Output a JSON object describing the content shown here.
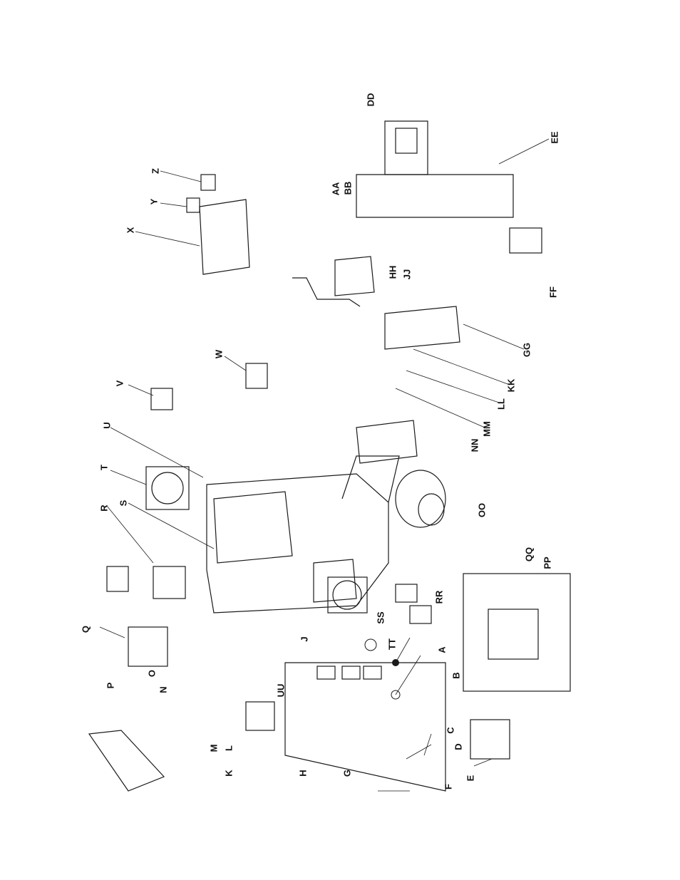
{
  "figure": {
    "callouts": [
      {
        "id": "A",
        "text": "A"
      },
      {
        "id": "B",
        "text": "B"
      },
      {
        "id": "C",
        "text": "C"
      },
      {
        "id": "D",
        "text": "D"
      },
      {
        "id": "E",
        "text": "E"
      },
      {
        "id": "F",
        "text": "F"
      },
      {
        "id": "G",
        "text": "G"
      },
      {
        "id": "H",
        "text": "H"
      },
      {
        "id": "J",
        "text": "J"
      },
      {
        "id": "K",
        "text": "K"
      },
      {
        "id": "L",
        "text": "L"
      },
      {
        "id": "M",
        "text": "M"
      },
      {
        "id": "N",
        "text": "N"
      },
      {
        "id": "O",
        "text": "O"
      },
      {
        "id": "P",
        "text": "P"
      },
      {
        "id": "Q",
        "text": "Q"
      },
      {
        "id": "R",
        "text": "R"
      },
      {
        "id": "S",
        "text": "S"
      },
      {
        "id": "T",
        "text": "T"
      },
      {
        "id": "U",
        "text": "U"
      },
      {
        "id": "V",
        "text": "V"
      },
      {
        "id": "W",
        "text": "W"
      },
      {
        "id": "X",
        "text": "X"
      },
      {
        "id": "Y",
        "text": "Y"
      },
      {
        "id": "Z",
        "text": "Z"
      },
      {
        "id": "AA",
        "text": "AA"
      },
      {
        "id": "BB",
        "text": "BB"
      },
      {
        "id": "DD",
        "text": "DD"
      },
      {
        "id": "EE",
        "text": "EE"
      },
      {
        "id": "FF",
        "text": "FF"
      },
      {
        "id": "GG",
        "text": "GG"
      },
      {
        "id": "HH",
        "text": "HH"
      },
      {
        "id": "JJ",
        "text": "JJ"
      },
      {
        "id": "KK",
        "text": "KK"
      },
      {
        "id": "LL",
        "text": "LL"
      },
      {
        "id": "MM",
        "text": "MM"
      },
      {
        "id": "NN",
        "text": "NN"
      },
      {
        "id": "OO",
        "text": "OO"
      },
      {
        "id": "PP",
        "text": "PP"
      },
      {
        "id": "QQ",
        "text": "QQ"
      },
      {
        "id": "RR",
        "text": "RR"
      },
      {
        "id": "SS",
        "text": "SS"
      },
      {
        "id": "TT",
        "text": "TT"
      },
      {
        "id": "UU",
        "text": "UU"
      }
    ]
  }
}
